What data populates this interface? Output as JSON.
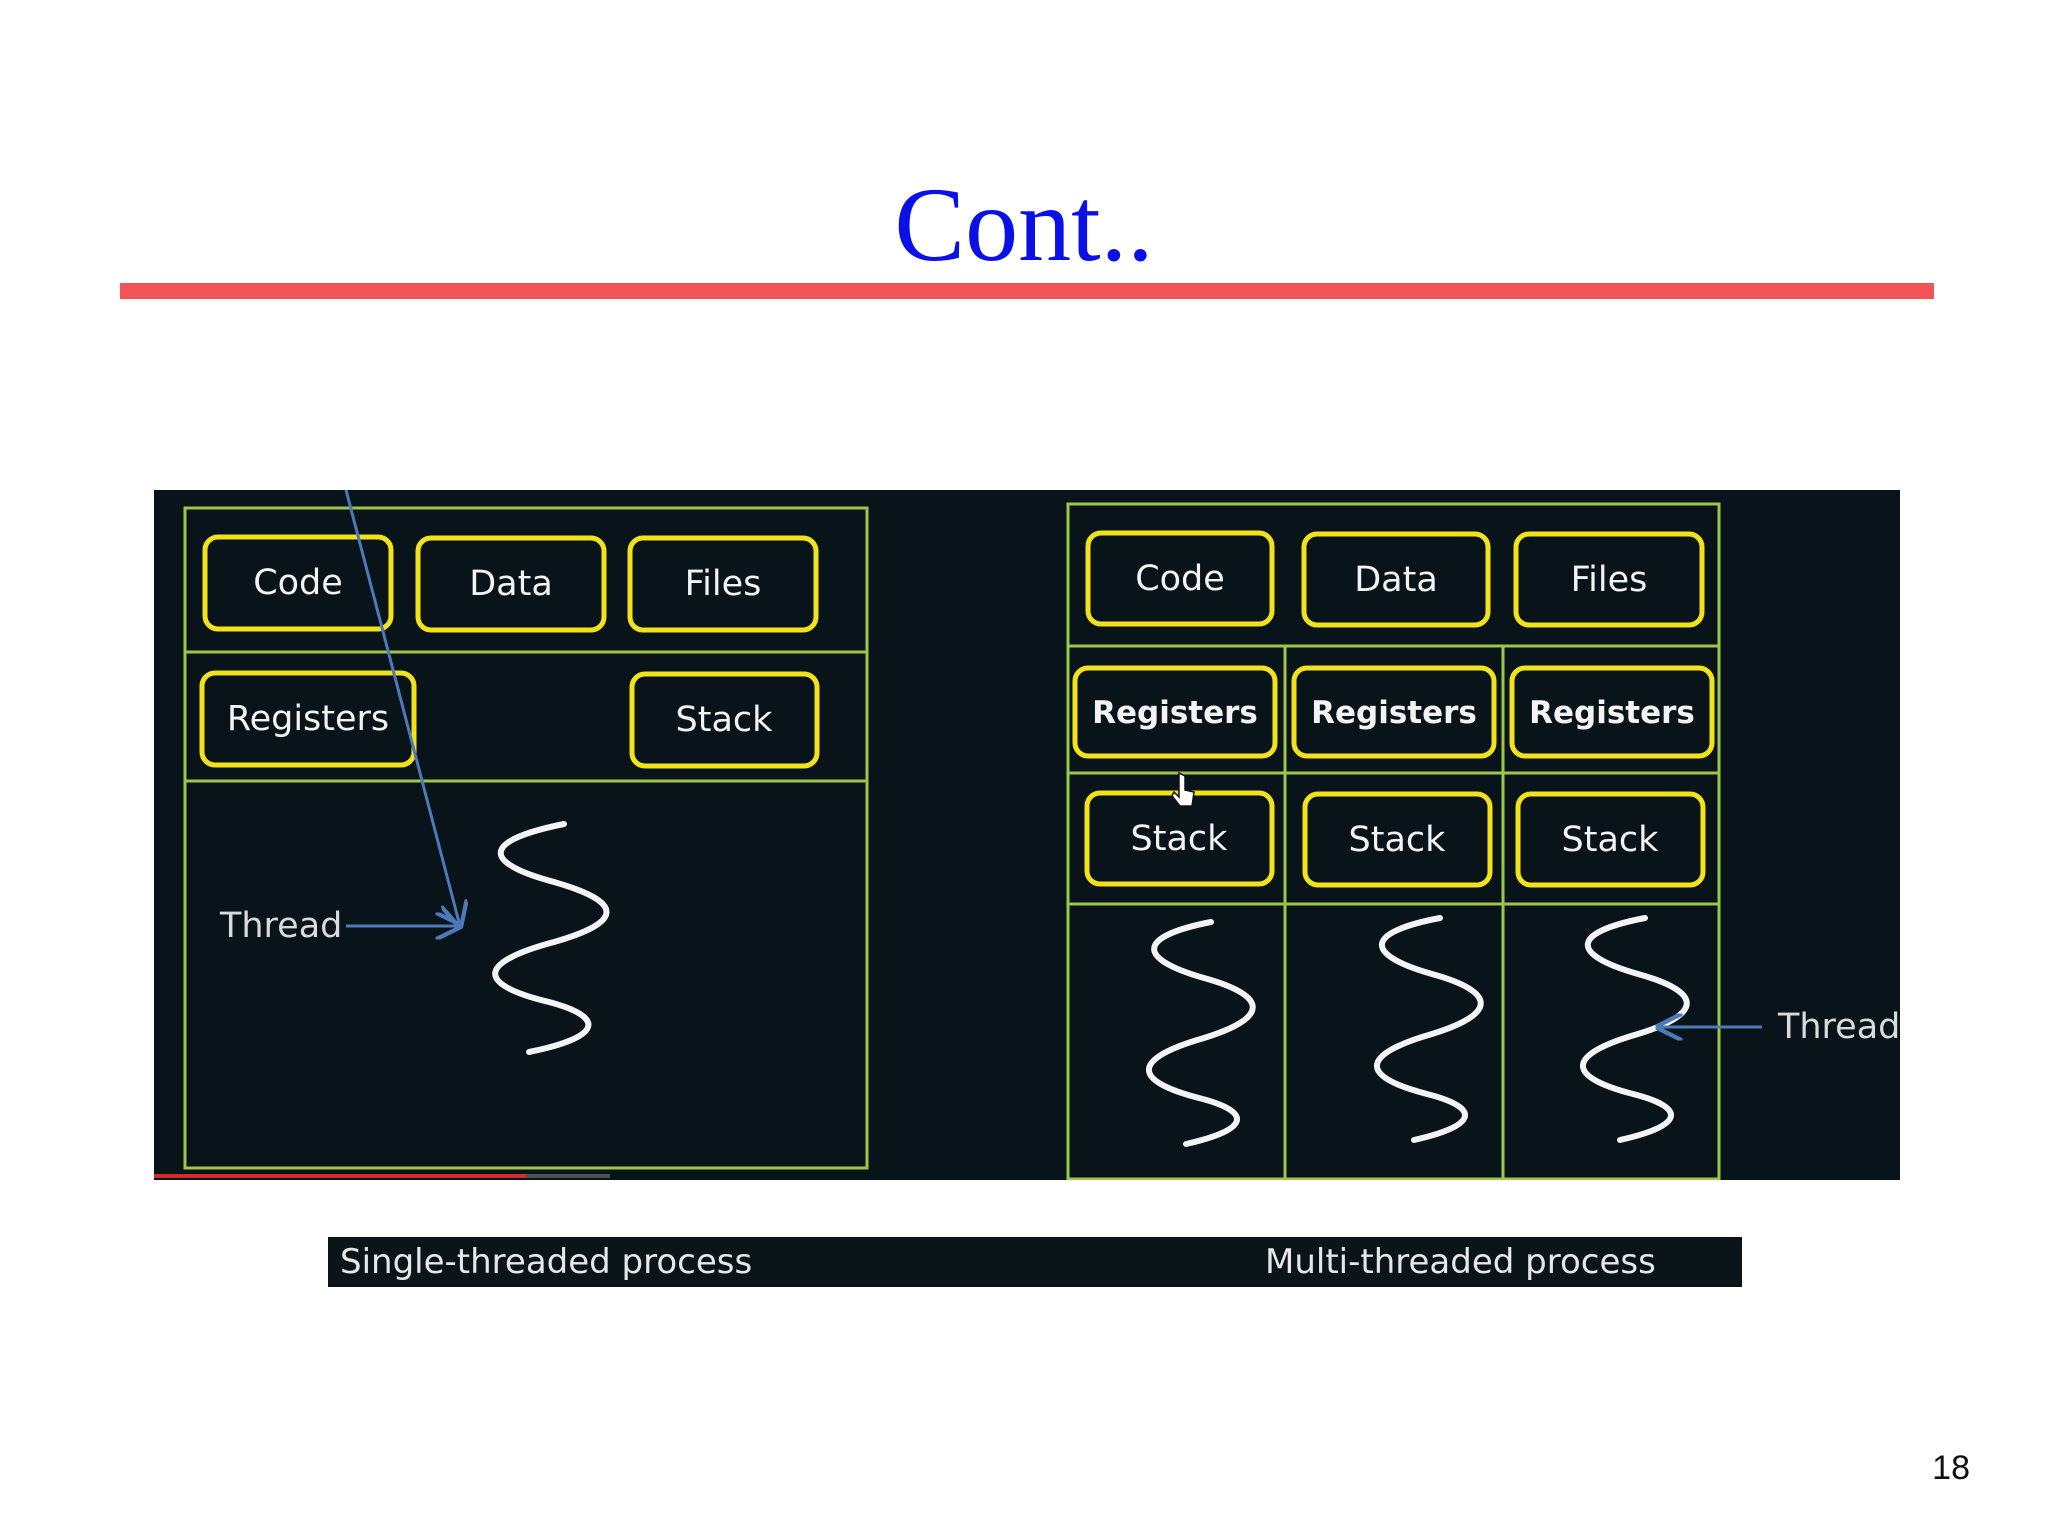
{
  "slide": {
    "title": "Cont..",
    "page_number": "18"
  },
  "colors": {
    "title": "#0a10e6",
    "rule": "#f25456",
    "panel_background": "#08141a",
    "frame_line": "#9fc44a",
    "box_outline": "#f2e21c",
    "arrow": "#4d79b8"
  },
  "diagram": {
    "single": {
      "boxes": {
        "code": "Code",
        "data": "Data",
        "files": "Files",
        "registers": "Registers",
        "stack": "Stack"
      },
      "thread_label": "Thread",
      "thread_icon": "wavy-thread-icon"
    },
    "multi": {
      "boxes": {
        "code": "Code",
        "data": "Data",
        "files": "Files"
      },
      "threads": [
        {
          "registers": "Registers",
          "stack": "Stack"
        },
        {
          "registers": "Registers",
          "stack": "Stack"
        },
        {
          "registers": "Registers",
          "stack": "Stack"
        }
      ],
      "thread_label": "Thread",
      "thread_icon": "wavy-thread-icon"
    },
    "captions": {
      "single": "Single-threaded process",
      "multi": "Multi-threaded process"
    }
  }
}
